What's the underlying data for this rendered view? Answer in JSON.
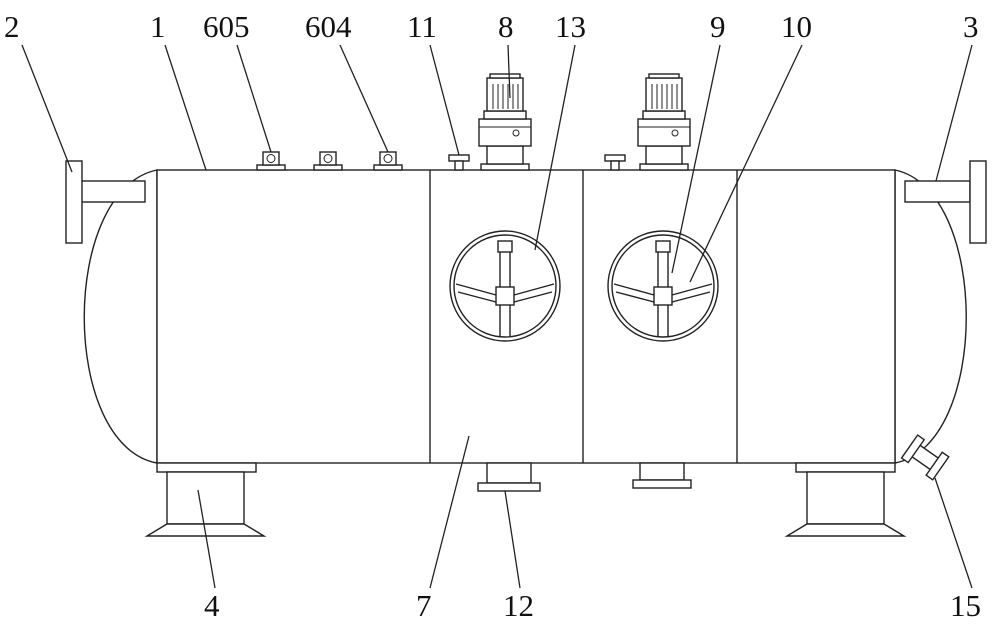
{
  "figure": {
    "labels": [
      "2",
      "1",
      "605",
      "604",
      "11",
      "8",
      "13",
      "9",
      "10",
      "3",
      "4",
      "7",
      "12",
      "15"
    ]
  },
  "colors": {
    "line": "#222222",
    "background": "#ffffff"
  }
}
